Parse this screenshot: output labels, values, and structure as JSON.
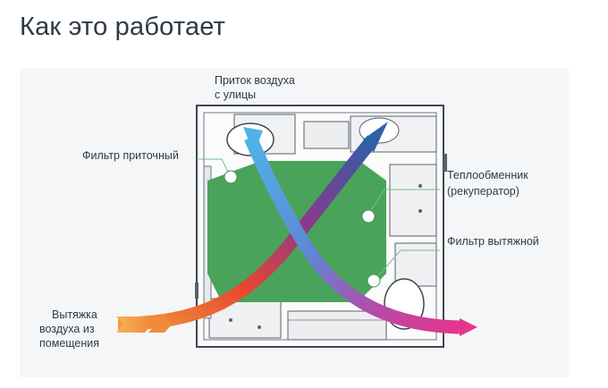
{
  "page": {
    "title": "Как это работает"
  },
  "diagram": {
    "labels": {
      "intake": [
        "Приток воздуха",
        "с улицы"
      ],
      "supply_filter": "Фильтр приточный",
      "heat_exchanger": [
        "Теплообменник",
        "(рекуператор)"
      ],
      "exhaust_filter": "Фильтр вытяжной",
      "room_exhaust": [
        "Вытяжка",
        "воздуха из",
        "помещения"
      ]
    },
    "colors": {
      "background": "#f5f6f8",
      "core": "#4aa35a",
      "callout_line": "#6fc28a",
      "callout_dot": "#ffffff",
      "cold_flow": "#4fb3e8",
      "warm_flow": "#e8452f",
      "exhaust_out": "#d2369c",
      "fresh_out": "#2f5fa7"
    }
  }
}
